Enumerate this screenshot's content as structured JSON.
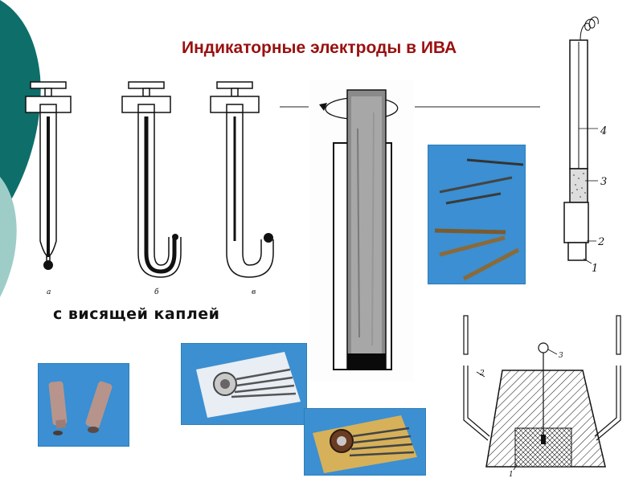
{
  "slide": {
    "title": "Индикаторные электроды в ИВА",
    "caption": "с висящей каплей"
  },
  "figures": {
    "capillary_electrodes": {
      "labels": [
        "а",
        "б",
        "в"
      ]
    },
    "wire_electrode_diagram": {
      "labels": [
        "4",
        "3",
        "2",
        "1"
      ]
    },
    "cell_diagram": {
      "labels": [
        "2",
        "3",
        "1"
      ]
    }
  },
  "colors": {
    "title": "#9a1010",
    "photo_background": "#3a8fd0",
    "decor_teal": "#0e6e6a",
    "decor_light": "#9ecdc8"
  }
}
